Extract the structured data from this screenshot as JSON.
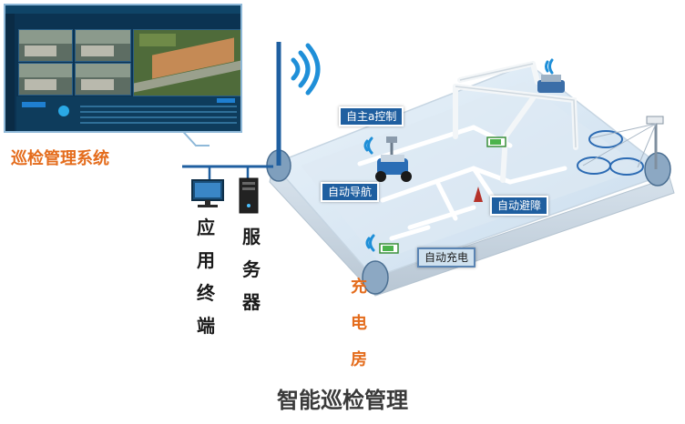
{
  "system": {
    "title": "巡检管理系统"
  },
  "terminals": {
    "app_terminal": "应用终端",
    "server": "服务器"
  },
  "charging": {
    "label": "充电房"
  },
  "functions": {
    "autonomous_control": "自主a控制",
    "auto_navigation": "自动导航",
    "auto_avoidance": "自动避障",
    "auto_charging": "自动充电"
  },
  "footer": {
    "title": "智能巡检管理"
  },
  "colors": {
    "accent_orange": "#e46c1c",
    "tag_blue": "#1f5fa0",
    "panel_border": "#8fb9d9"
  }
}
